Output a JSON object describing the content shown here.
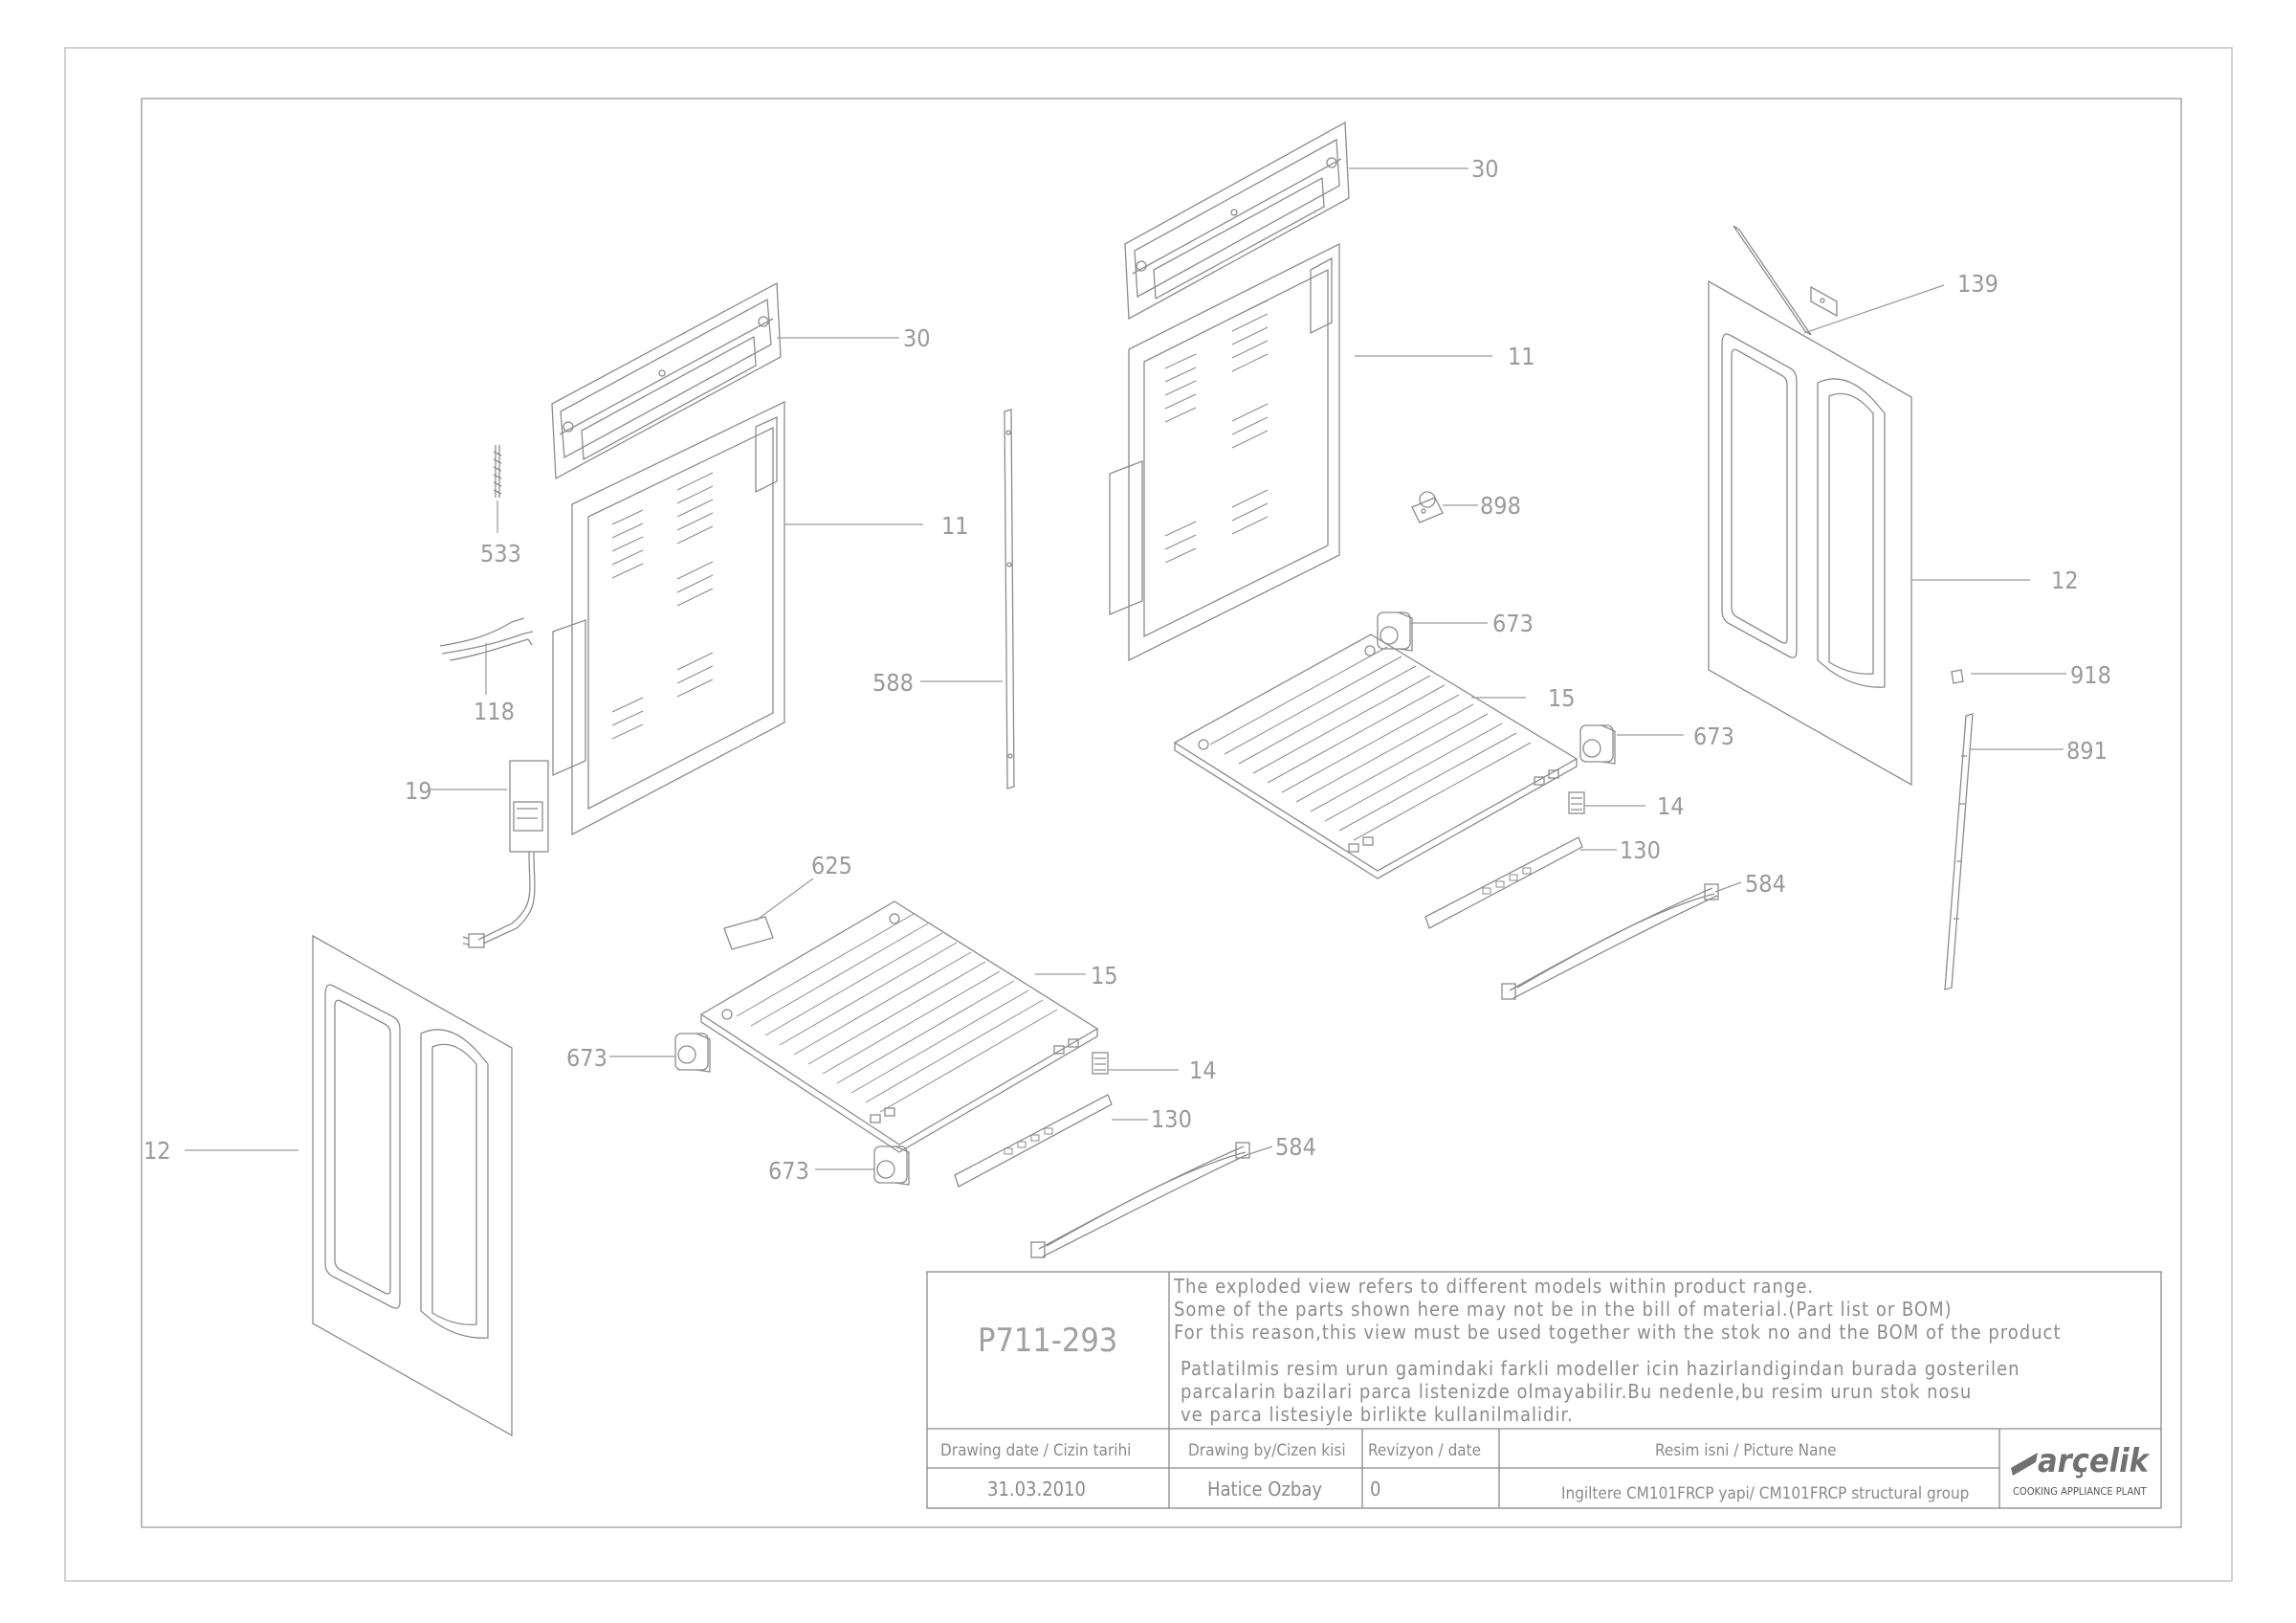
{
  "labels": {
    "l30a": "30",
    "l30b": "30",
    "l11a": "11",
    "l11b": "11",
    "l139": "139",
    "l898": "898",
    "l533": "533",
    "l118": "118",
    "l588": "588",
    "l12a": "12",
    "l12b": "12",
    "l673a": "673",
    "l673b": "673",
    "l673c": "673",
    "l673d": "673",
    "l15a": "15",
    "l15b": "15",
    "l918": "918",
    "l891": "891",
    "l19": "19",
    "l14a": "14",
    "l14b": "14",
    "l130a": "130",
    "l130b": "130",
    "l584a": "584",
    "l584b": "584",
    "l625": "625"
  },
  "title_block": {
    "drawing_no": "P711-293",
    "note_en": [
      "The exploded view refers to different models within product range.",
      "Some of the parts shown here may not be in the bill of material.(Part list or BOM)",
      "For this reason,this view must be used together with the stok no and the BOM of the product"
    ],
    "note_tr": [
      "Patlatilmis resim urun gamindaki farkli modeller icin hazirlandigindan burada gosterilen",
      "parcalarin bazilari parca listenizde olmayabilir.Bu nedenle,bu resim urun stok nosu",
      "ve parca listesiyle birlikte kullanilmalidir."
    ],
    "h_date": "Drawing date / Cizin tarihi",
    "h_by": "Drawing by/Cizen kisi",
    "h_rev": "Revizyon / date",
    "h_name": "Resim isni / Picture Nane",
    "date": "31.03.2010",
    "by": "Hatice Ozbay",
    "rev": "0",
    "name": "Ingiltere CM101FRCP yapi/ CM101FRCP structural  group",
    "brand": "arçelik",
    "plant": "COOKING APPLIANCE PLANT"
  },
  "colors": {
    "line": "#8c8c8c",
    "frame": "#a0a0a0"
  }
}
